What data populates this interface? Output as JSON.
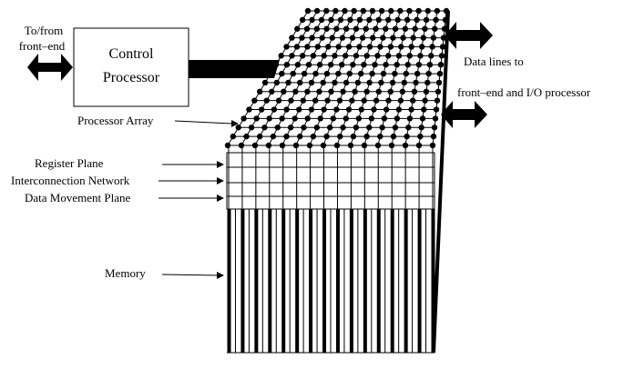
{
  "labels": {
    "to_from_line1": "To/from",
    "to_from_line2": "front–end",
    "control_processor_line1": "Control",
    "control_processor_line2": "Processor",
    "data_lines_line1": "Data lines to",
    "data_lines_line2": "front–end and I/O processor",
    "processor_array": "Processor Array",
    "register_plane": "Register Plane",
    "interconnection_network": "Interconnection Network",
    "data_movement_plane": "Data Movement Plane",
    "memory": "Memory"
  },
  "array": {
    "rows": 16,
    "cols": 16
  },
  "memory_columns": 16,
  "colors": {
    "ink": "#000000",
    "background": "#ffffff"
  }
}
